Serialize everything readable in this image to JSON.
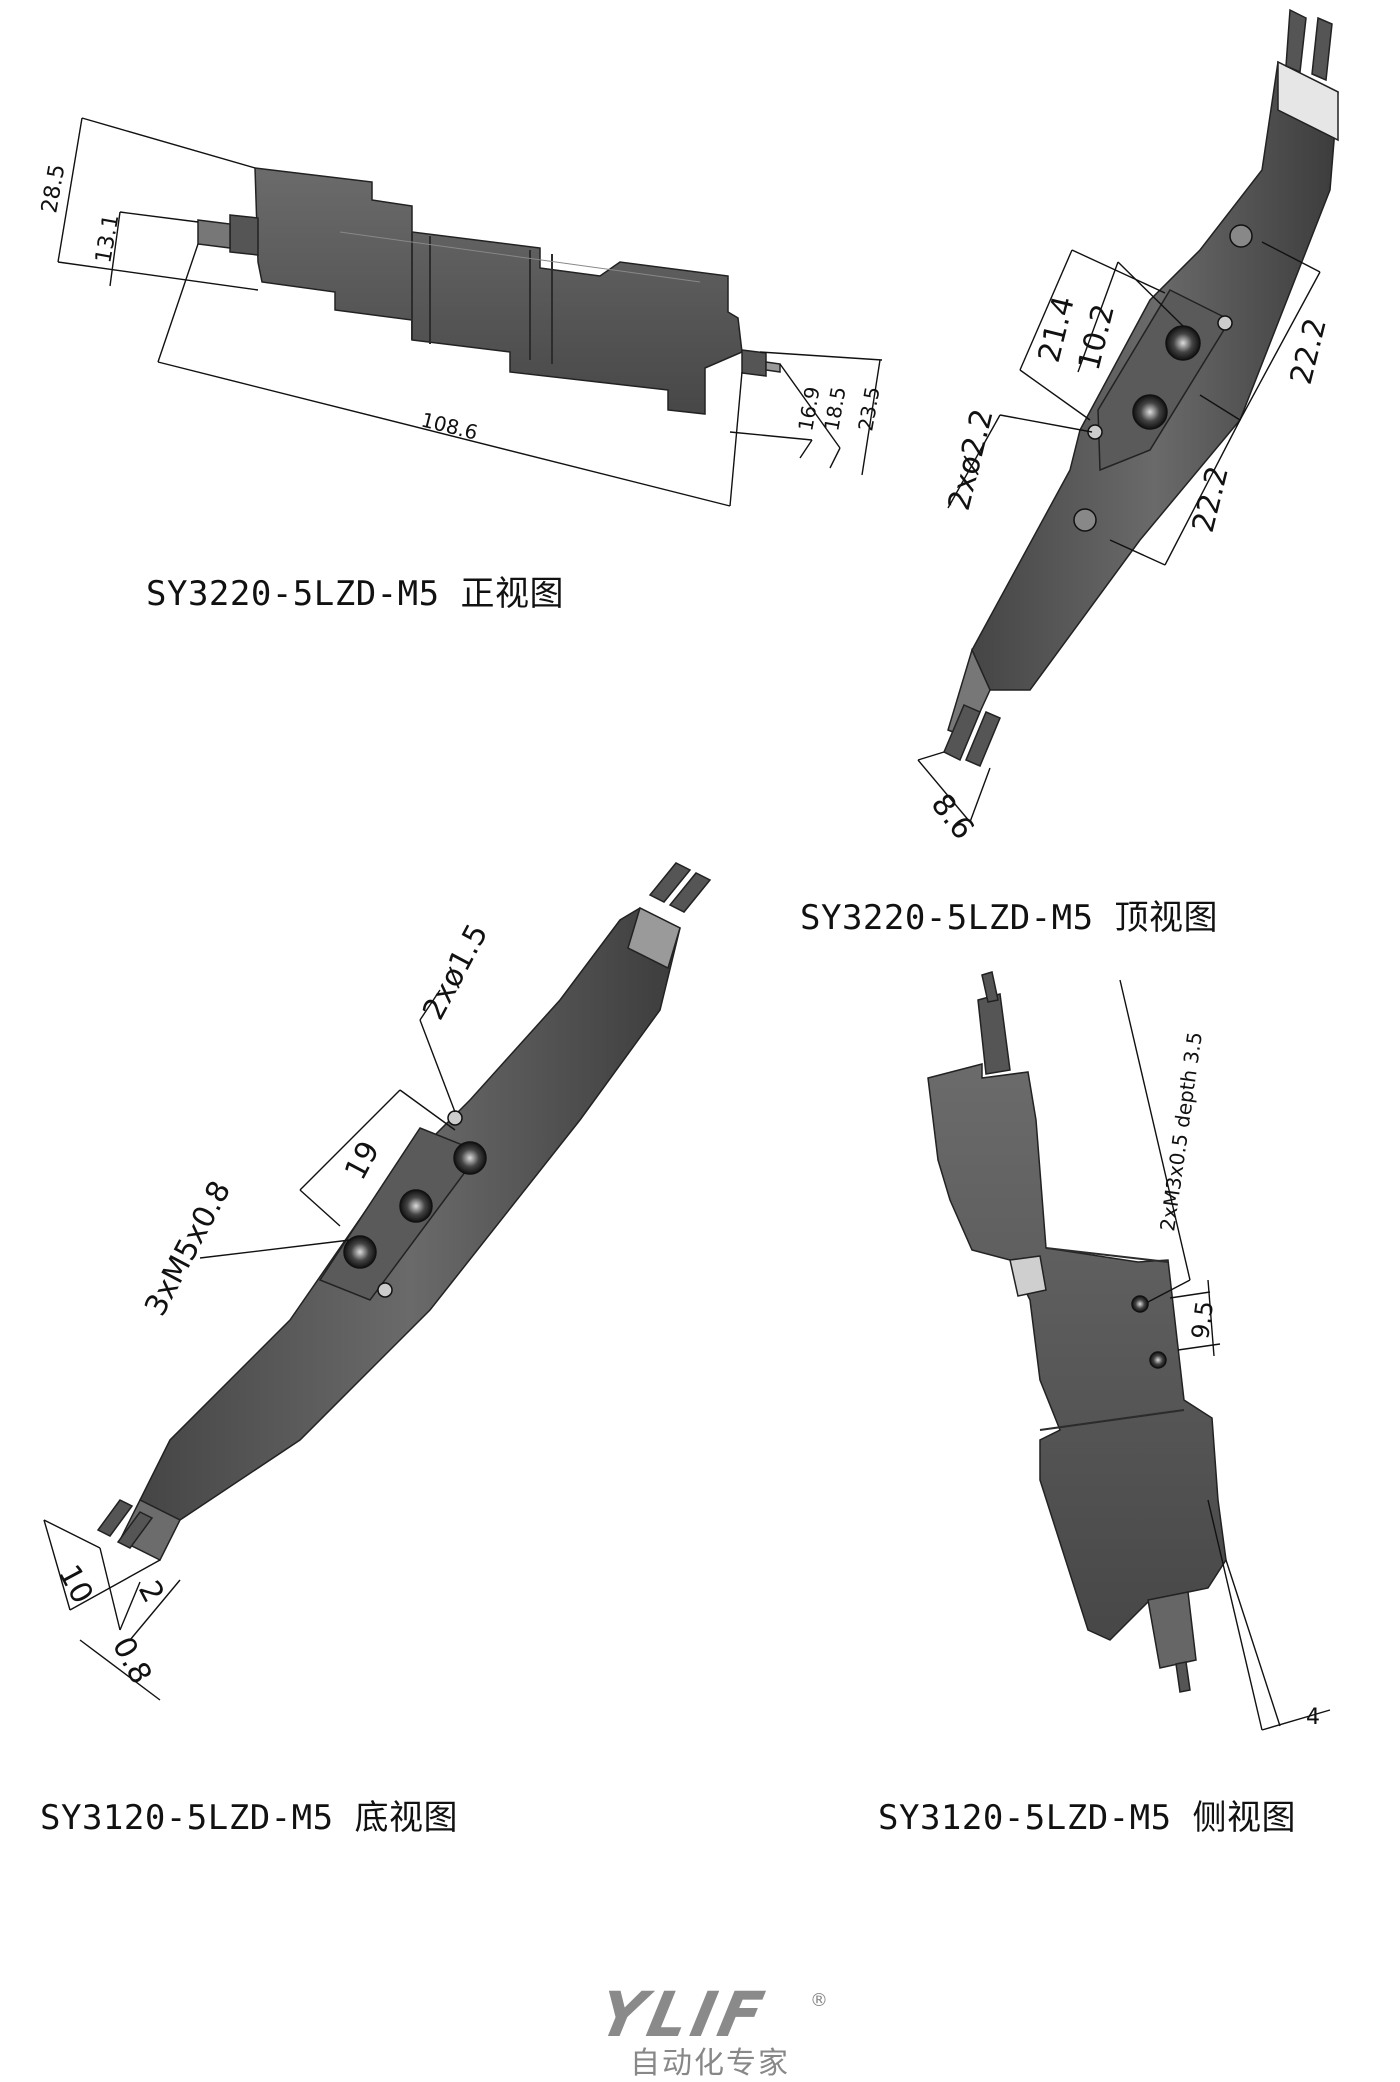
{
  "views": {
    "front": {
      "caption": "SY3220-5LZD-M5 正视图",
      "dims": {
        "height_total": "28.5",
        "height_pin": "13.1",
        "length": "108.6",
        "d1": "16.9",
        "d2": "18.5",
        "d3": "23.5"
      }
    },
    "top": {
      "caption": "SY3220-5LZD-M5 顶视图",
      "dims": {
        "a": "21.4",
        "b": "10.2",
        "hole": "2xø2.2",
        "c": "22.2",
        "d": "22.2",
        "pin": "8.6"
      }
    },
    "bottom": {
      "caption": "SY3120-5LZD-M5 底视图",
      "dims": {
        "hole": "2xø1.5",
        "pitch": "19",
        "thread": "3xM5x0.8",
        "a": "10",
        "b": "2",
        "c": "0.8"
      }
    },
    "side": {
      "caption": "SY3120-5LZD-M5 侧视图",
      "dims": {
        "thread": "2xM3x0.5 depth 3.5",
        "a": "9.5",
        "b": "4"
      }
    }
  },
  "logo": {
    "mark": "YLIF",
    "reg": "®",
    "tagline": "自动化专家"
  },
  "colors": {
    "body": "#5e5e5e",
    "body_dark": "#3f3f3f",
    "body_light": "#8c8c8c",
    "line": "#111111"
  }
}
